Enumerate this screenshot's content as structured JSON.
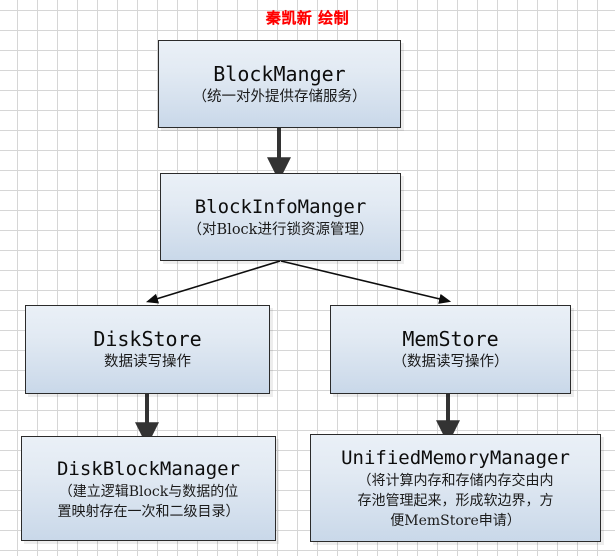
{
  "diagram": {
    "title": "秦凯新 绘制",
    "title_color": "#ff0000",
    "background": "#ffffff",
    "grid_color": "#d6d6d6",
    "node_border_color": "#2b2b2b",
    "node_fill_top": "#eaf0f7",
    "node_fill_bottom": "#c9d8e9",
    "arrow_color": "#333333",
    "nodes": [
      {
        "id": "blockmanger",
        "title": "BlockManger",
        "sub_lines": [
          "（统一对外提供存储服务）"
        ]
      },
      {
        "id": "blockinfomanger",
        "title": "BlockInfoManger",
        "sub_lines": [
          "（对Block进行锁资源管理）"
        ]
      },
      {
        "id": "diskstore",
        "title": "DiskStore",
        "sub_lines": [
          "数据读写操作"
        ]
      },
      {
        "id": "memstore",
        "title": "MemStore",
        "sub_lines": [
          "（数据读写操作）"
        ]
      },
      {
        "id": "diskblockmanager",
        "title": "DiskBlockManager",
        "sub_lines": [
          "（建立逻辑Block与数据的位",
          "置映射存在一次和二级目录）"
        ]
      },
      {
        "id": "unifiedmemorymanager",
        "title": "UnifiedMemoryManager",
        "sub_lines": [
          "（将计算内存和存储内存交由内",
          "存池管理起来，形成软边界，方",
          "便MemStore申请）"
        ]
      }
    ],
    "edges": [
      {
        "id": "edge-blockmanger-to-blockinfomanger",
        "from": "blockmanger",
        "to": "blockinfomanger"
      },
      {
        "id": "edge-blockinfomanger-to-diskstore",
        "from": "blockinfomanger",
        "to": "diskstore"
      },
      {
        "id": "edge-blockinfomanger-to-memstore",
        "from": "blockinfomanger",
        "to": "memstore"
      },
      {
        "id": "edge-diskstore-to-diskblockmanager",
        "from": "diskstore",
        "to": "diskblockmanager"
      },
      {
        "id": "edge-memstore-to-unifiedmemorymanager",
        "from": "memstore",
        "to": "unifiedmemorymanager"
      }
    ]
  }
}
